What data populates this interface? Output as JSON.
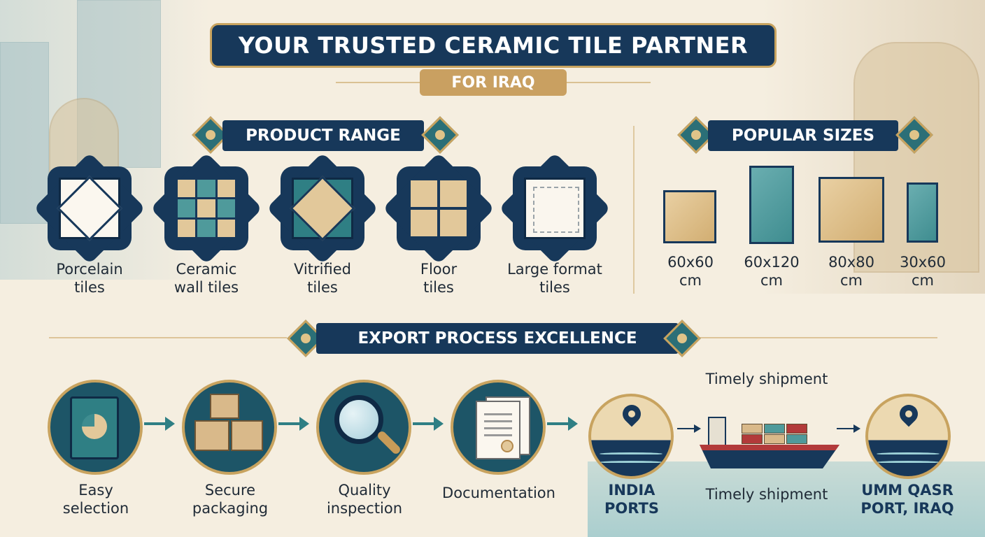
{
  "header": {
    "title": "YOUR TRUSTED CERAMIC TILE PARTNER",
    "subtitle": "FOR IRAQ"
  },
  "product_range": {
    "heading": "PRODUCT RANGE",
    "items": [
      {
        "line1": "Porcelain",
        "line2": "tiles"
      },
      {
        "line1": "Ceramic",
        "line2": "wall tiles"
      },
      {
        "line1": "Vitrified",
        "line2": "tiles"
      },
      {
        "line1": "Floor",
        "line2": "tiles"
      },
      {
        "line1": "Large format",
        "line2": "tiles"
      }
    ]
  },
  "popular_sizes": {
    "heading": "POPULAR SIZES",
    "items": [
      {
        "line1": "60x60",
        "line2": "cm",
        "color": "beige"
      },
      {
        "line1": "60x120",
        "line2": "cm",
        "color": "teal"
      },
      {
        "line1": "80x80",
        "line2": "cm",
        "color": "beige"
      },
      {
        "line1": "30x60",
        "line2": "cm",
        "color": "teal"
      }
    ]
  },
  "export_process": {
    "heading": "EXPORT PROCESS EXCELLENCE",
    "steps": [
      {
        "line1": "Easy",
        "line2": "selection",
        "icon": "catalog-icon"
      },
      {
        "line1": "Secure",
        "line2": "packaging",
        "icon": "boxes-icon"
      },
      {
        "line1": "Quality",
        "line2": "inspection",
        "icon": "magnifier-icon"
      },
      {
        "line1": "Documentation",
        "line2": "",
        "icon": "documents-icon"
      }
    ],
    "origin": {
      "line1": "INDIA",
      "line2": "PORTS"
    },
    "shipment_top": "Timely shipment",
    "shipment_bottom": "Timely shipment",
    "destination": {
      "line1": "UMM QASR",
      "line2": "PORT, IRAQ"
    }
  },
  "colors": {
    "navy": "#17385a",
    "teal": "#2f7f84",
    "gold": "#c8a35f",
    "cream": "#f5eee0"
  }
}
